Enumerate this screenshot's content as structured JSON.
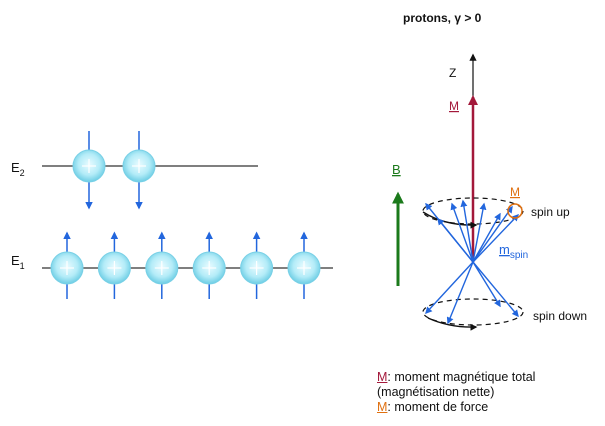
{
  "title": "protons, γ > 0",
  "levels": {
    "upper": {
      "label": "E",
      "sub": "2",
      "spin_up": 0,
      "spin_down": 2
    },
    "lower": {
      "label": "E",
      "sub": "1",
      "spin_up": 6,
      "spin_down": 0
    }
  },
  "axis_label": "Z",
  "vectors": {
    "M": "M",
    "B": "B",
    "torque": "M",
    "m_spin": "m",
    "m_spin_sub": "spin"
  },
  "spin_labels": {
    "up": "spin up",
    "down": "spin down"
  },
  "legend": {
    "line1_symbol": "M",
    "line1_text": ": moment magnétique total",
    "line2_text": "(magnétisation nette)",
    "line3_symbol": "M",
    "line3_text": ": moment de force"
  },
  "colors": {
    "magnetization": "#a3183a",
    "field": "#1b7a1b",
    "spin": "#2266dd",
    "torque": "#e07010",
    "sphere_core": "#d8f6ff",
    "sphere_edge": "#5cc8e0",
    "level_line": "#555555"
  }
}
